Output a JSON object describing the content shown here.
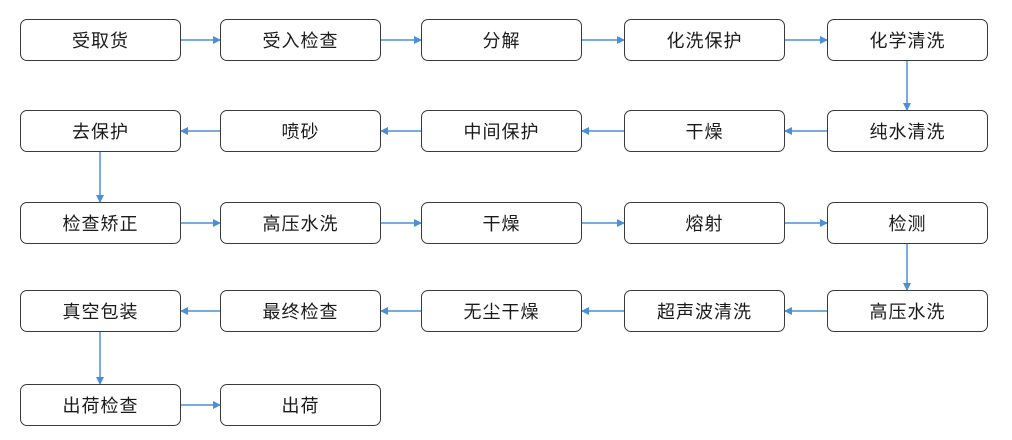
{
  "colors": {
    "arrow": "#4a90d9",
    "box_border": "#3a3a3a",
    "text": "#1a1a1a"
  },
  "steps": [
    {
      "label": "受取货"
    },
    {
      "label": "受入检查"
    },
    {
      "label": "分解"
    },
    {
      "label": "化洗保护"
    },
    {
      "label": "化学清洗"
    },
    {
      "label": "纯水清洗"
    },
    {
      "label": "干燥"
    },
    {
      "label": "中间保护"
    },
    {
      "label": "喷砂"
    },
    {
      "label": "去保护"
    },
    {
      "label": "检查矫正"
    },
    {
      "label": "高压水洗"
    },
    {
      "label": "干燥"
    },
    {
      "label": "熔射"
    },
    {
      "label": "检测"
    },
    {
      "label": "高压水洗"
    },
    {
      "label": "超声波清洗"
    },
    {
      "label": "无尘干燥"
    },
    {
      "label": "最终检查"
    },
    {
      "label": "真空包装"
    },
    {
      "label": "出荷检查"
    },
    {
      "label": "出荷"
    }
  ]
}
